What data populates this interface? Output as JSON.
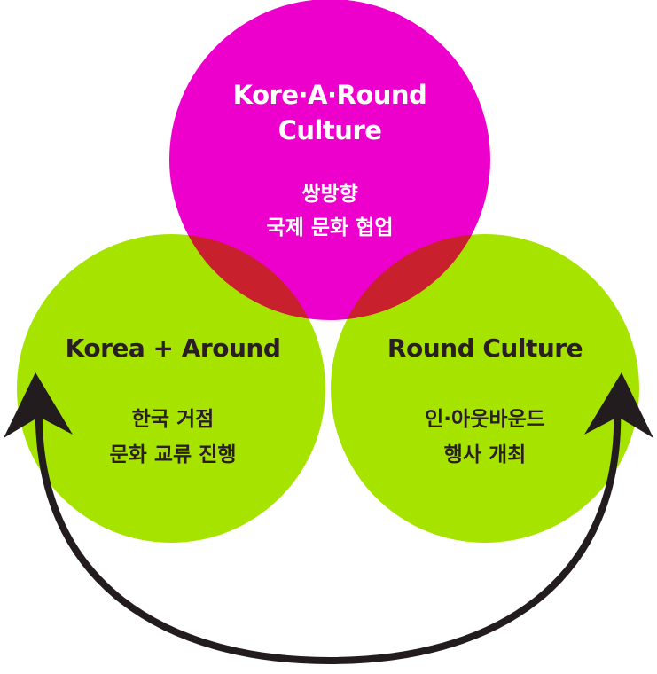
{
  "colors": {
    "top_circle": "#ee00cc",
    "side_circles": "#a6e400",
    "overlap": "#c8202c",
    "arrow": "#231c1e",
    "dark_text": "#2a1e22",
    "light_text": "#ffffff"
  },
  "top_circle": {
    "title_lines": [
      "Kore·A·Round",
      "Culture"
    ],
    "body_lines": [
      "쌍방향",
      "국제 문화 협업"
    ]
  },
  "left_circle": {
    "title": "Korea + Around",
    "body_lines": [
      "한국 거점",
      "문화 교류 진행"
    ]
  },
  "right_circle": {
    "title": "Round Culture",
    "body_lines": [
      "인·아웃바운드",
      "행사 개최"
    ]
  },
  "connector": {
    "icon": "double-headed-curved-arrow-icon"
  }
}
